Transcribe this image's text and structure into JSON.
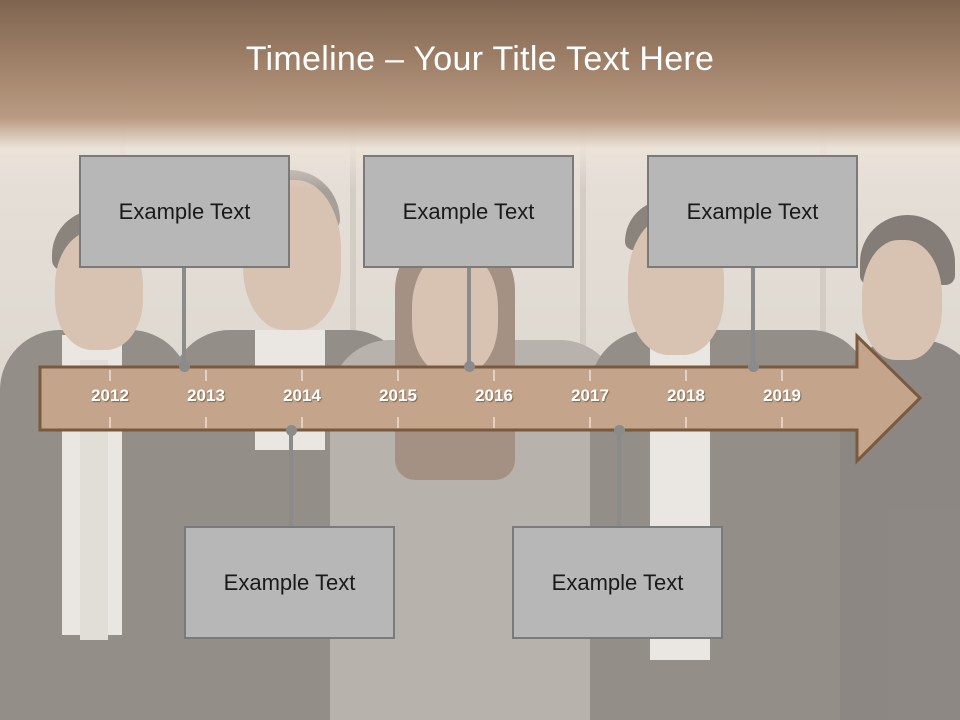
{
  "slide": {
    "title": "Timeline – Your Title Text Here"
  },
  "timeline": {
    "years": [
      "2012",
      "2013",
      "2014",
      "2015",
      "2016",
      "2017",
      "2018",
      "2019"
    ],
    "arrow_color": "#c4a58b",
    "arrow_border": "#7a5a3e"
  },
  "callouts": {
    "top": [
      {
        "text": "Example Text"
      },
      {
        "text": "Example Text"
      },
      {
        "text": "Example Text"
      }
    ],
    "bottom": [
      {
        "text": "Example Text"
      },
      {
        "text": "Example Text"
      }
    ]
  }
}
